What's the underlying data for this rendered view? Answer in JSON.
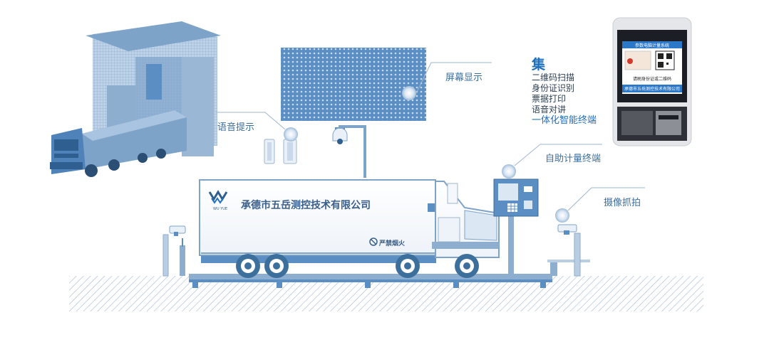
{
  "labels": {
    "screen_display": "屏幕显示",
    "voice_prompt": "语音提示",
    "self_service_terminal": "自助计量终端",
    "camera_capture": "摄像抓拍"
  },
  "features": {
    "heading": "集",
    "items": [
      "二维码扫描",
      "身份证识别",
      "票据打印",
      "语音对讲"
    ],
    "highlight": "一体化智能终端"
  },
  "truck": {
    "company_name": "承德市五岳测控技术有限公司",
    "warning": "严禁烟火",
    "logo_text": "WU YUE"
  },
  "kiosk_photo": {
    "top_banner": "参数电脑计量系统",
    "middle_text": "请刷身份证或二维码",
    "bottom_banner": "承德市五岳测控技术有限公司"
  },
  "colors": {
    "primary_blue": "#5b8fc4",
    "light_blue": "#a9c4e0",
    "dark_blue": "#3d6f9c",
    "accent_blue": "#1e6fbd",
    "hatch": "#a8bdd4"
  }
}
